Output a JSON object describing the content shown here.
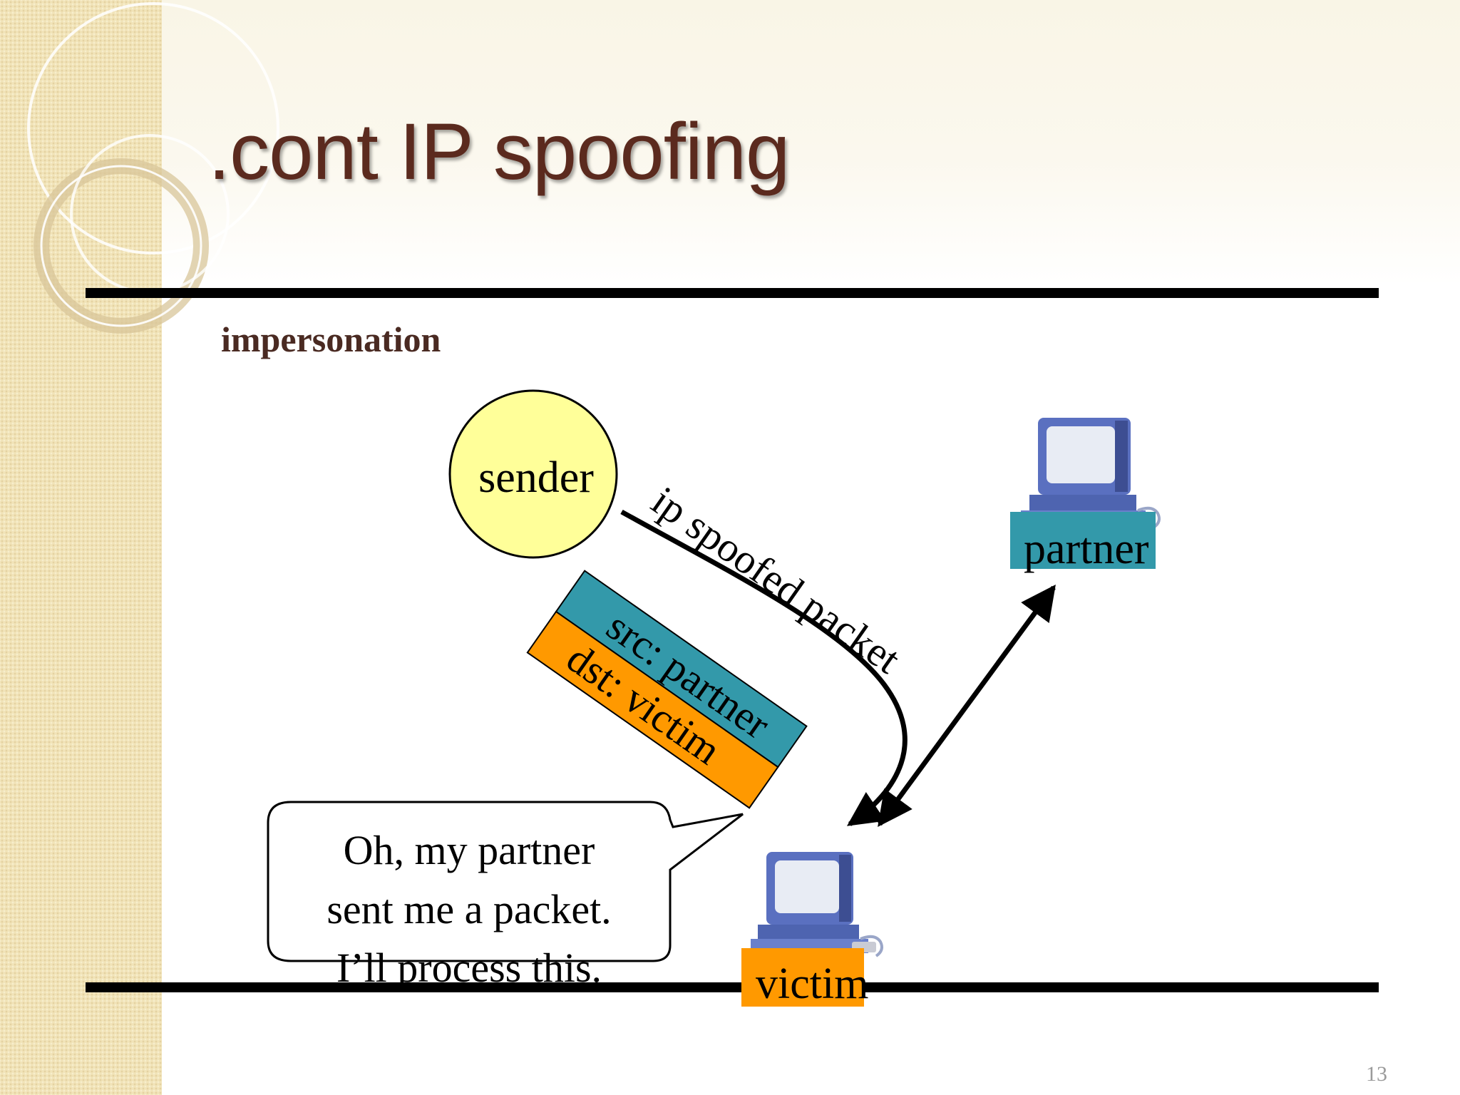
{
  "slide": {
    "title": ".cont IP spoofing",
    "subtitle": "impersonation",
    "page_number": "13"
  },
  "diagram": {
    "sender_label": "sender",
    "packet_label": "ip spoofed packet",
    "packet_src": "src: partner",
    "packet_dst": "dst: victim",
    "partner_label": "partner",
    "victim_label": "victim",
    "speech_lines": [
      "Oh, my partner",
      "sent me a packet.",
      "I’ll process this."
    ]
  },
  "colors": {
    "title": "#5b2a1e",
    "sender_fill": "#ffff99",
    "src_fill": "#3399aa",
    "dst_fill": "#ff9900",
    "partner_label_fill": "#3399aa",
    "victim_label_fill": "#ff9900",
    "computer_blue": "#5a70c0",
    "sidebar": "#f1e3b8"
  },
  "icons": {
    "partner": "computer-icon",
    "victim": "computer-icon"
  }
}
